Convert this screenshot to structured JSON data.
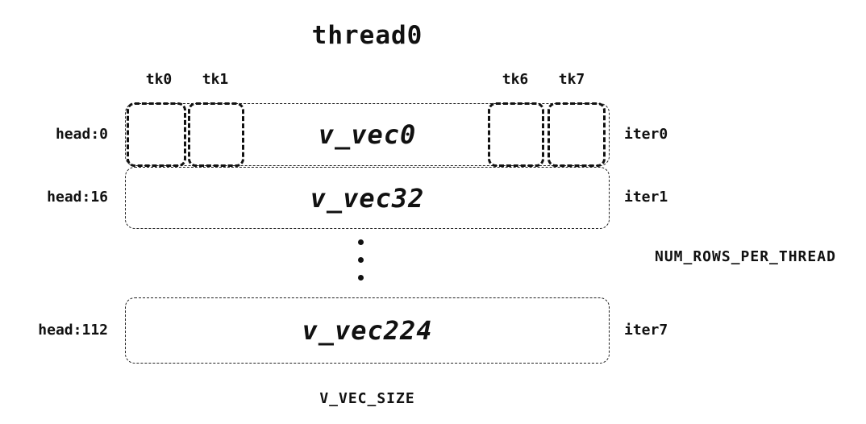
{
  "title": "thread0",
  "tk_labels": [
    {
      "label": "tk0"
    },
    {
      "label": "tk1"
    },
    {
      "label": "tk6"
    },
    {
      "label": "tk7"
    }
  ],
  "rows": [
    {
      "head": "head:0",
      "vec": "v_vec0",
      "iter": "iter0"
    },
    {
      "head": "head:16",
      "vec": "v_vec32",
      "iter": "iter1"
    },
    {
      "head": "head:112",
      "vec": "v_vec224",
      "iter": "iter7"
    }
  ],
  "annotations": {
    "rows_per_thread": "NUM_ROWS_PER_THREAD",
    "vec_size": "V_VEC_SIZE"
  },
  "icons": {
    "ellipsis": "vertical-ellipsis"
  },
  "colors": {
    "ink": "#111111",
    "background": "#ffffff"
  }
}
